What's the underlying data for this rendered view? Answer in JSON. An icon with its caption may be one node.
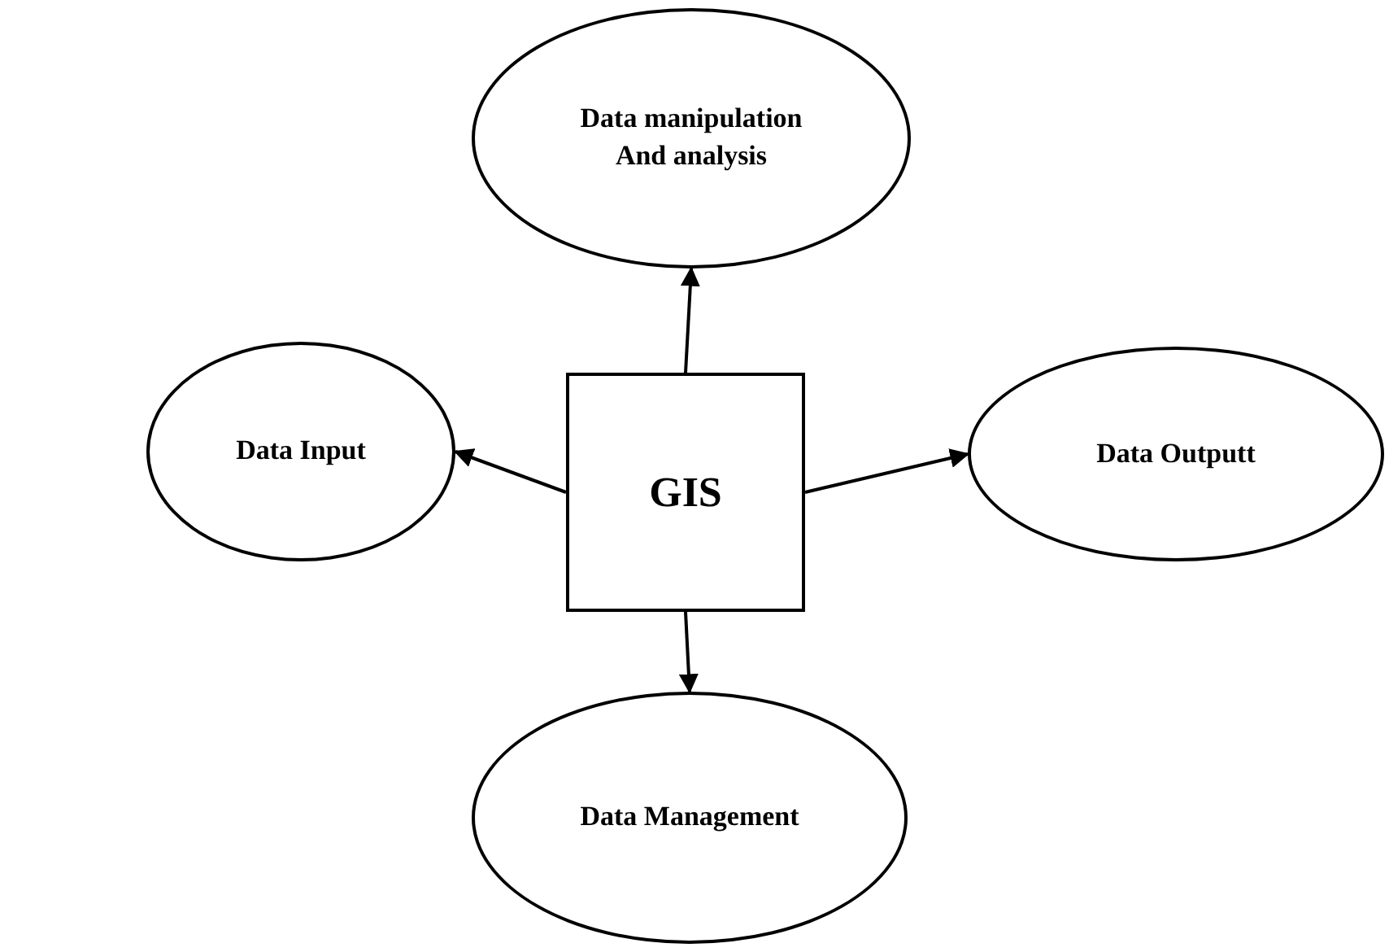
{
  "diagram": {
    "nodes": [
      {
        "text": [
          "GIS"
        ]
      },
      {
        "text": [
          "Data manipulation And analysis"
        ]
      },
      {
        "text": [
          "Data Input"
        ]
      },
      {
        "text": [
          "Data Outputt"
        ]
      },
      {
        "text": [
          "Data Management"
        ]
      }
    ],
    "edges": [
      {
        "from": 0,
        "to": 1,
        "arrow": "to"
      },
      {
        "from": 0,
        "to": 2,
        "arrow": "to"
      },
      {
        "from": 0,
        "to": 3,
        "arrow": "to"
      },
      {
        "from": 0,
        "to": 4,
        "arrow": "to"
      }
    ]
  }
}
